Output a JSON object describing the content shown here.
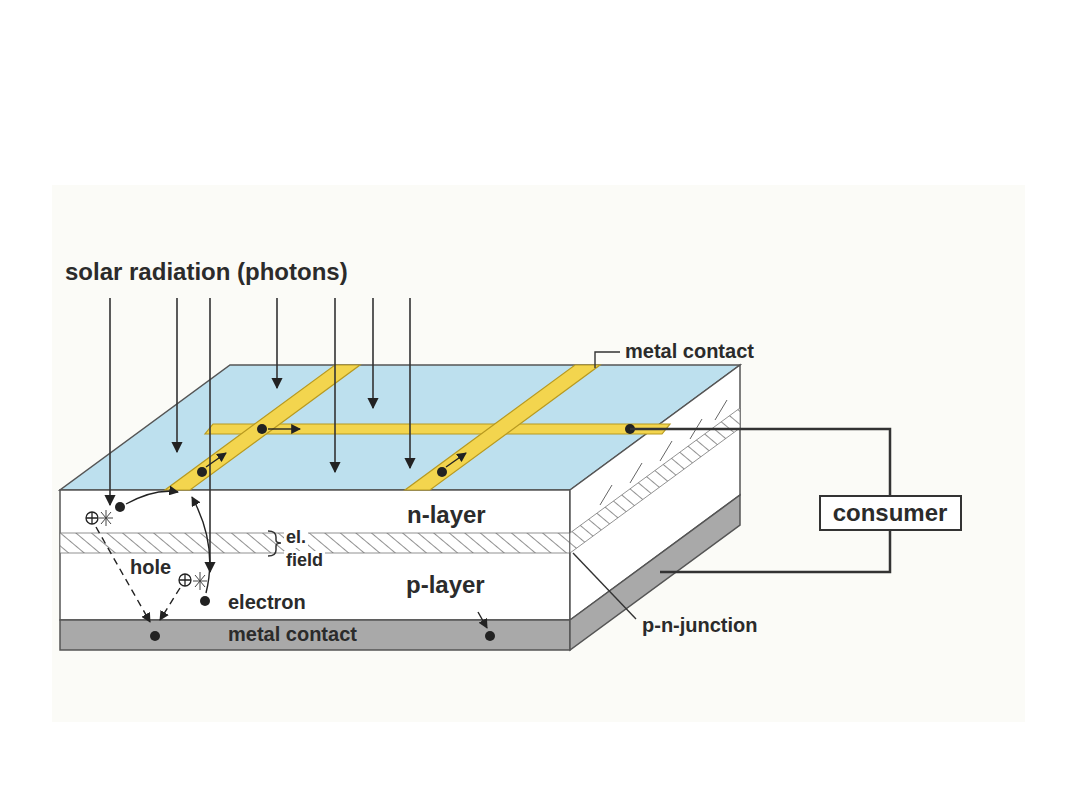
{
  "diagram": {
    "nodes": [
      {
        "text": [
          "consumer"
        ]
      }
    ],
    "labels": [
      "solar radiation (photons)",
      "metal contact",
      "n-layer",
      "el.",
      "field",
      "hole",
      "p-layer",
      "electron",
      "metal contact",
      "p-n-junction"
    ]
  }
}
